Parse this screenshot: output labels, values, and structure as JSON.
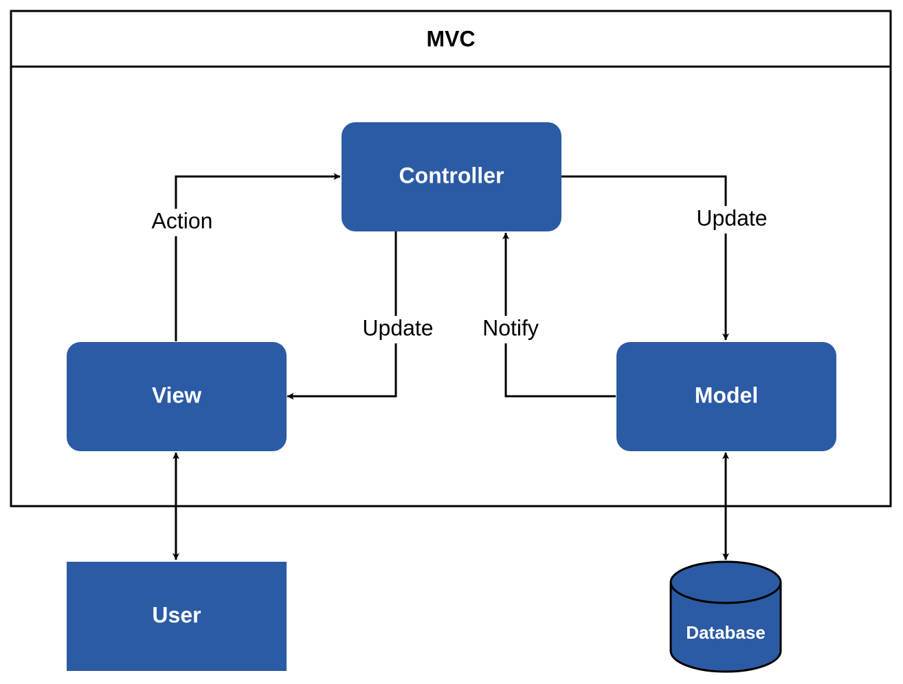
{
  "container": {
    "title": "MVC"
  },
  "nodes": {
    "controller": "Controller",
    "view": "View",
    "model": "Model",
    "user": "User",
    "database": "Database"
  },
  "edges": {
    "action": "Action",
    "controller_to_view": "Update",
    "controller_to_model": "Update",
    "notify": "Notify"
  },
  "colors": {
    "node_fill": "#2B5BA4",
    "node_text": "#FFFFFF",
    "line": "#000000"
  }
}
